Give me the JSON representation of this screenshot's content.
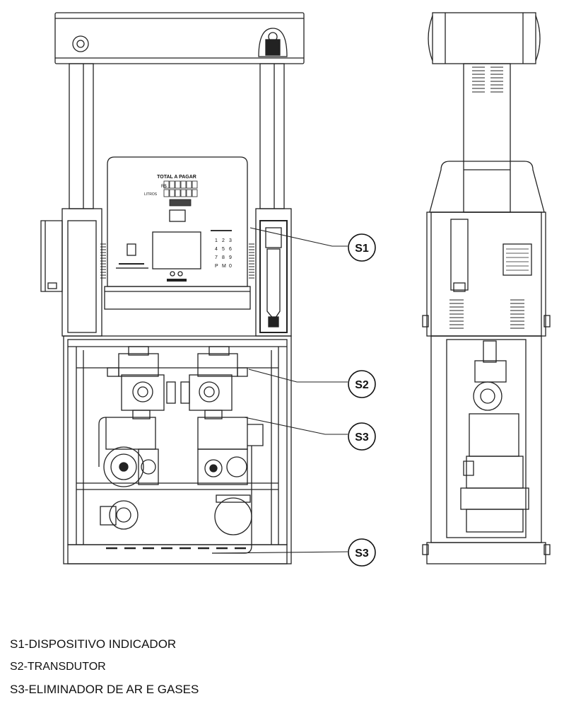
{
  "display": {
    "heading": "TOTAL A PAGAR",
    "currency_label": "R$",
    "volume_label": "LITROS",
    "keypad_keys": [
      "1",
      "2",
      "3",
      "4",
      "5",
      "6",
      "7",
      "8",
      "9",
      "P",
      "M",
      "0"
    ]
  },
  "callouts": [
    {
      "label": "S1"
    },
    {
      "label": "S2"
    },
    {
      "label": "S3"
    },
    {
      "label": "S3"
    }
  ],
  "legend": [
    "S1-DISPOSITIVO INDICADOR",
    "S2-TRANSDUTOR",
    "S3-ELIMINADOR DE AR E GASES"
  ]
}
